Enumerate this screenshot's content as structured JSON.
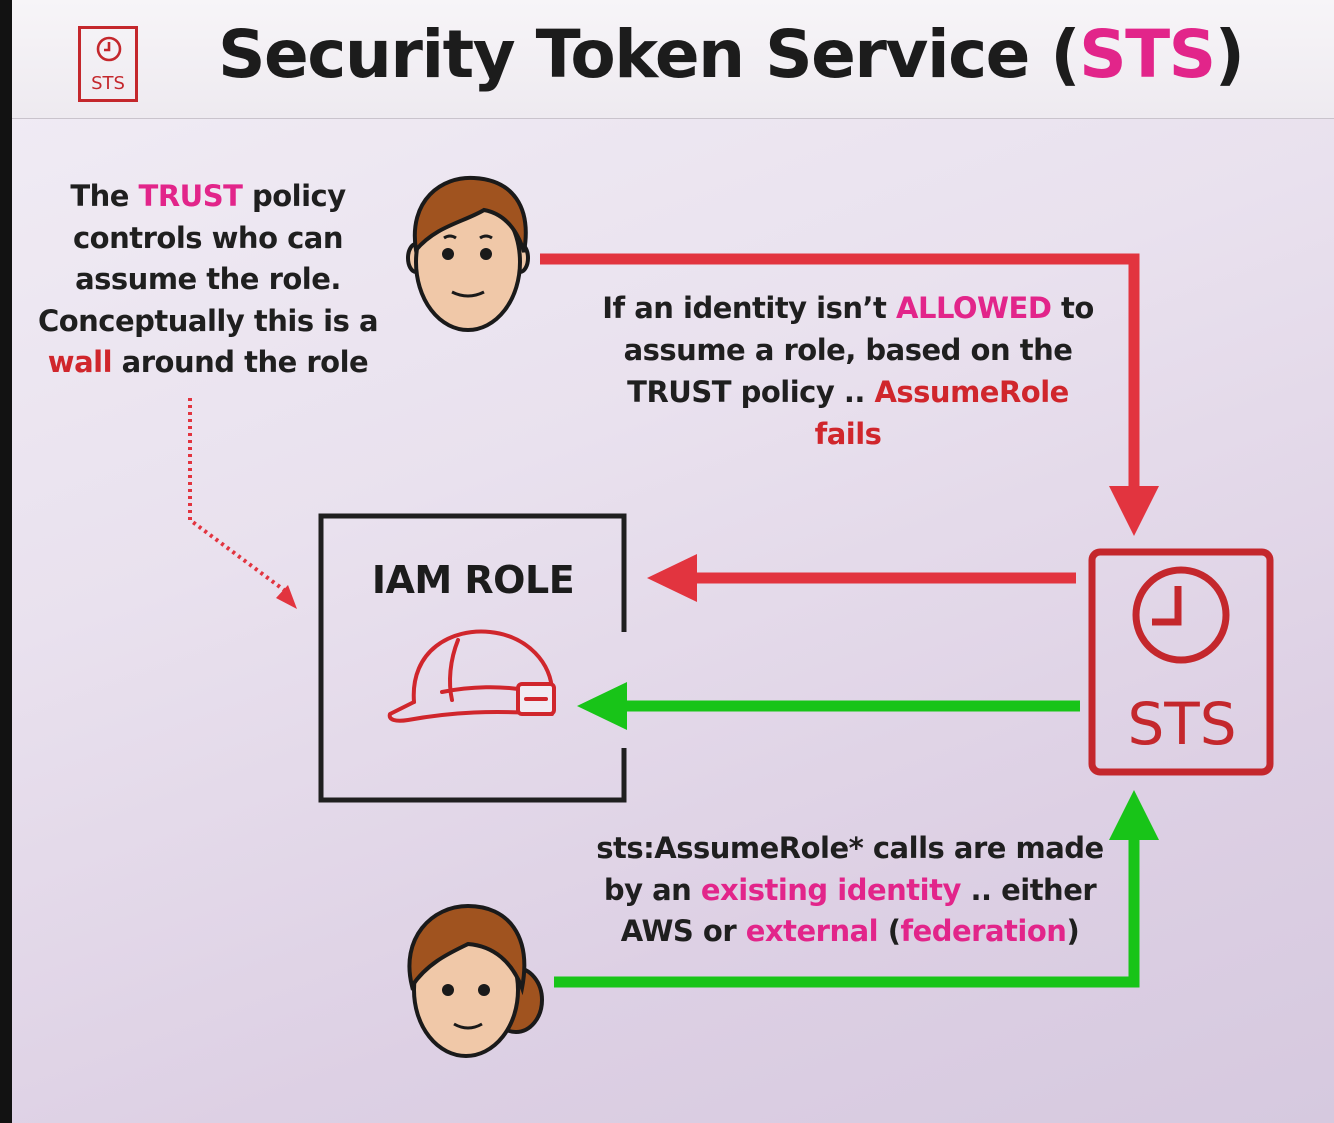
{
  "header": {
    "logo_label": "STS",
    "title_prefix": "Security Token Service (",
    "title_accent": "STS",
    "title_suffix": ")"
  },
  "trust_note": {
    "l1_a": "The ",
    "l1_b": "TRUST",
    "l1_c": " policy",
    "l2": "controls who can",
    "l3": "assume the role.",
    "l4": "Conceptually this is a",
    "l5_a": "wall",
    "l5_b": " around the role"
  },
  "allowed_note": {
    "l1_a": "If an identity isn’t ",
    "l1_b": "ALLOWED",
    "l1_c": " to",
    "l2": "assume a role, based on the",
    "l3_a": "TRUST policy .. ",
    "l3_b": "AssumeRole fails"
  },
  "assume_note": {
    "l1": "sts:AssumeRole* calls are made",
    "l2_a": "by an ",
    "l2_b": "existing identity",
    "l2_c": " .. either",
    "l3_a": "AWS or ",
    "l3_b": "external",
    "l3_c": " (",
    "l3_d": "federation",
    "l3_e": ")"
  },
  "iam_role": {
    "label": "IAM ROLE",
    "icon": "hard-hat-icon"
  },
  "sts_box": {
    "label": "STS",
    "icon": "clock-icon"
  },
  "identities": [
    {
      "icon": "male-user-icon"
    },
    {
      "icon": "female-user-icon"
    }
  ],
  "colors": {
    "red": "#e2343f",
    "green": "#18c418",
    "pink": "#e2258a",
    "sts_red": "#c4272c"
  }
}
